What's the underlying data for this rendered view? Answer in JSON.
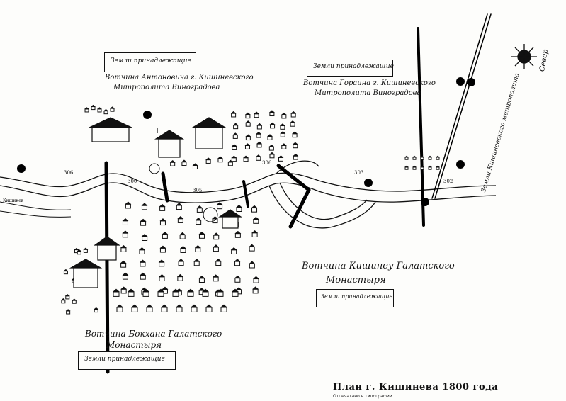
{
  "map": {
    "title": "План г. Кишинева 1800 года",
    "subtitle": "Отпечатано в типографии . . . . . . . . .",
    "estate_labels": {
      "upper_left": "Вотчина Антоновича г. Кишиневского",
      "upper_left_2": "Митрополита Виноградова",
      "upper_right": "Вотчина Гораина г. Кишиневского",
      "upper_right_2": "Митрополита Виноградова",
      "center": "Вотчина Кишинеу Галатского",
      "center_2": "Монастыря",
      "bottom_left": "Вотчина Бокхана Галатского",
      "bottom_left_2": "Монастыря"
    },
    "boxed_notes": {
      "upper_left": "Земли принадлежащие",
      "upper_right": "Земли принадлежащие",
      "center": "Земли принадлежащие",
      "bottom_left": "Земли принадлежащие"
    },
    "point_labels": [
      "306",
      "300",
      "305",
      "306",
      "303",
      "302"
    ],
    "left_edge_label": "Кишинев",
    "right_vertical_text": "Земли Кишиневского митрополита",
    "compass_label": "Север"
  }
}
